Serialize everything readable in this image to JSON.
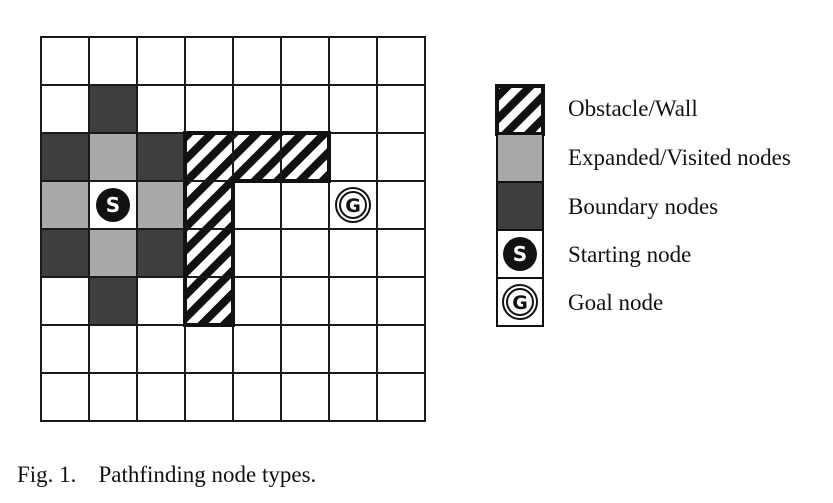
{
  "grid": {
    "cols": 8,
    "rows": 8,
    "cells": {
      "obstacle": [
        [
          3,
          2
        ],
        [
          4,
          2
        ],
        [
          5,
          2
        ],
        [
          3,
          3
        ],
        [
          3,
          4
        ],
        [
          3,
          5
        ]
      ],
      "visited": [
        [
          1,
          2
        ],
        [
          0,
          3
        ],
        [
          2,
          3
        ],
        [
          1,
          4
        ]
      ],
      "boundary": [
        [
          1,
          1
        ],
        [
          0,
          2
        ],
        [
          2,
          2
        ],
        [
          0,
          4
        ],
        [
          2,
          4
        ],
        [
          1,
          5
        ]
      ],
      "start": [
        1,
        3
      ],
      "goal": [
        6,
        3
      ]
    }
  },
  "markers": {
    "start_letter": "S",
    "goal_letter": "G"
  },
  "legend": [
    {
      "type": "obstacle",
      "label": "Obstacle/Wall"
    },
    {
      "type": "visited",
      "label": "Expanded/Visited nodes"
    },
    {
      "type": "boundary",
      "label": "Boundary nodes"
    },
    {
      "type": "start",
      "label": "Starting node"
    },
    {
      "type": "goal",
      "label": "Goal node"
    }
  ],
  "caption": {
    "number": "Fig. 1.",
    "text": "Pathfinding node types."
  },
  "colors": {
    "visited": "#a9a9a9",
    "boundary": "#3e3e3e",
    "line": "#1a1a1a",
    "marker": "#111111"
  }
}
